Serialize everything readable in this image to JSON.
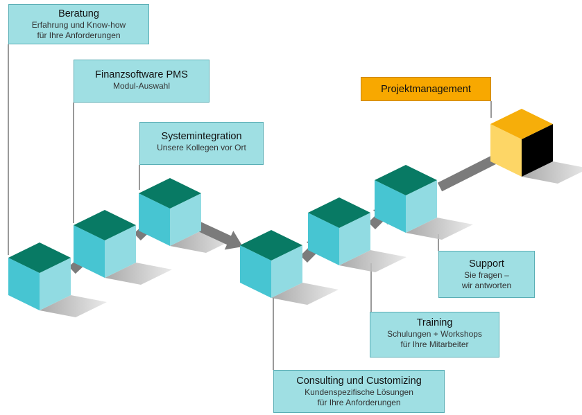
{
  "colors": {
    "cube_top": "#087a64",
    "cube_left": "#47c5d2",
    "cube_right": "#91dbe2",
    "pm_top": "#f6ae0a",
    "pm_left": "#fdd666",
    "pm_right": "#000000",
    "arrow": "#7b7b7b",
    "label_bg": "#9fdfe3",
    "pm_label_bg": "#f8a800"
  },
  "labels": {
    "beratung": {
      "title": "Beratung",
      "line1": "Erfahrung und Know-how",
      "line2": "für Ihre Anforderungen"
    },
    "finanzsoftware": {
      "title": "Finanzsoftware PMS",
      "line1": "Modul-Auswahl"
    },
    "systemintegration": {
      "title": "Systemintegration",
      "line1": "Unsere Kollegen vor Ort"
    },
    "projektmanagement": {
      "title": "Projektmanagement"
    },
    "support": {
      "title": "Support",
      "line1": "Sie fragen –",
      "line2": "wir antworten"
    },
    "training": {
      "title": "Training",
      "line1": "Schulungen + Workshops",
      "line2": "für Ihre Mitarbeiter"
    },
    "consulting": {
      "title": "Consulting und Customizing",
      "line1": "Kundenspezifische Lösungen",
      "line2": "für Ihre Anforderungen"
    }
  }
}
